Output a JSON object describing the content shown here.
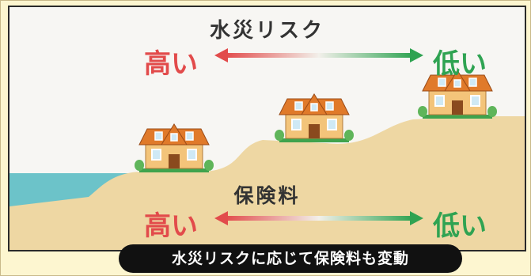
{
  "title": "水災リスク",
  "risk_scale": {
    "high": "高い",
    "low": "低い"
  },
  "premium_label": "保険料",
  "premium_scale": {
    "high": "高い",
    "low": "低い"
  },
  "caption": "水災リスクに応じて保険料も変動",
  "colors": {
    "high": "#e24b4b",
    "low": "#2fa352",
    "water": "#6cc3c9",
    "ground": "#eed7a3",
    "roof": "#e07a2a",
    "wall": "#f3c47a"
  }
}
